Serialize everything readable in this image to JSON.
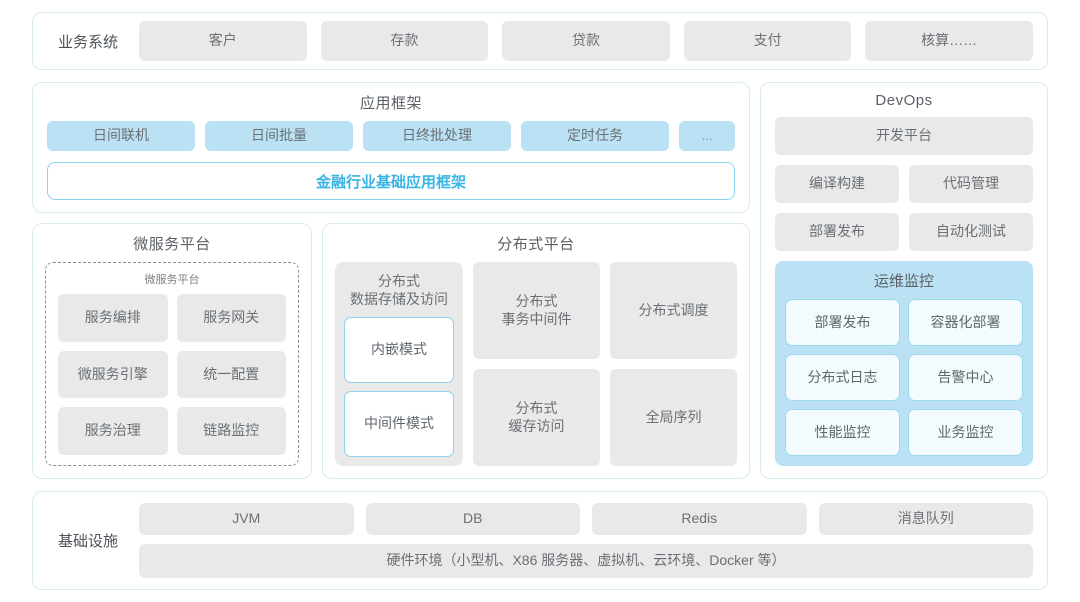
{
  "business_systems": {
    "label": "业务系统",
    "items": [
      "客户",
      "存款",
      "贷款",
      "支付",
      "核算……"
    ]
  },
  "app_framework": {
    "title": "应用框架",
    "chips": [
      "日间联机",
      "日间批量",
      "日终批处理",
      "定时任务"
    ],
    "more_chip": "...",
    "banner": "金融行业基础应用框架"
  },
  "microservice": {
    "title": "微服务平台",
    "inner_title": "微服务平台",
    "items": [
      "服务编排",
      "服务网关",
      "微服务引擎",
      "统一配置",
      "服务治理",
      "链路监控"
    ]
  },
  "distributed": {
    "title": "分布式平台",
    "storage": {
      "title": "分布式\n数据存储及访问",
      "title_line1": "分布式",
      "title_line2": "数据存储及访问",
      "modes": [
        "内嵌模式",
        "中间件模式"
      ]
    },
    "cards": [
      {
        "line1": "分布式",
        "line2": "事务中间件"
      },
      {
        "line1": "分布式调度",
        "line2": ""
      },
      {
        "line1": "分布式",
        "line2": "缓存访问"
      },
      {
        "line1": "全局序列",
        "line2": ""
      }
    ]
  },
  "devops": {
    "title": "DevOps",
    "platform": "开发平台",
    "rows": [
      [
        "编译构建",
        "代码管理"
      ],
      [
        "部署发布",
        "自动化测试"
      ]
    ],
    "ops_monitor": {
      "title": "运维监控",
      "items": [
        "部署发布",
        "容器化部署",
        "分布式日志",
        "告警中心",
        "性能监控",
        "业务监控"
      ]
    }
  },
  "infrastructure": {
    "label": "基础设施",
    "items": [
      "JVM",
      "DB",
      "Redis",
      "消息队列"
    ],
    "hardware": "硬件环境（小型机、X86 服务器、虚拟机、云环境、Docker 等）"
  },
  "colors": {
    "panel_border": "#d8ecf1",
    "chip_gray": "#e9e9e9",
    "chip_blue": "#bbe2f4",
    "accent_cyan": "#3ab4e2",
    "text": "#6a7075"
  }
}
